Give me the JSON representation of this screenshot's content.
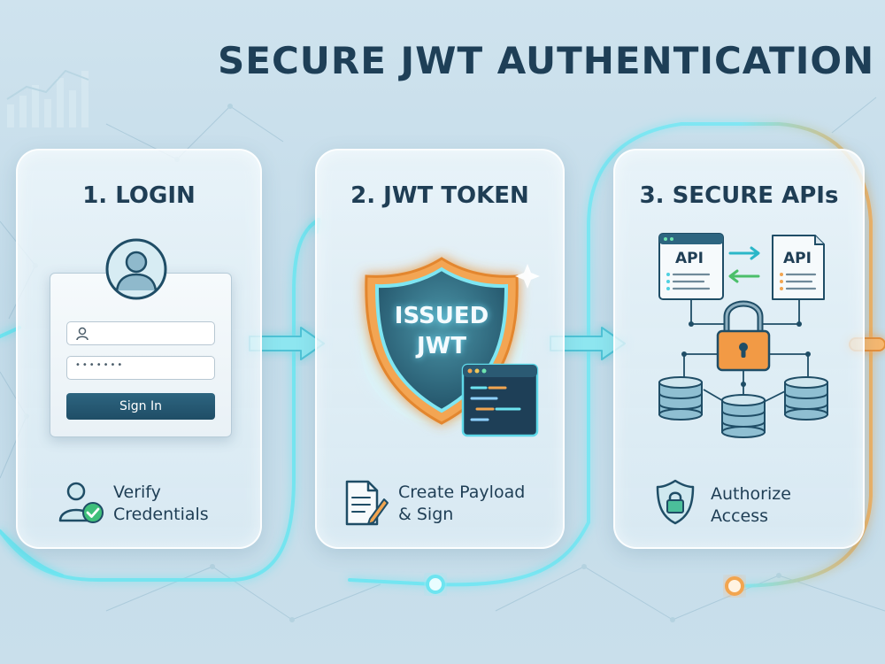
{
  "title": "SECURE JWT AUTHENTICATION",
  "steps": [
    {
      "title": "1. LOGIN",
      "caption": [
        "Verify",
        "Credentials"
      ]
    },
    {
      "title": "2. JWT TOKEN",
      "caption": [
        "Create Payload",
        "& Sign"
      ]
    },
    {
      "title": "3. SECURE APIs",
      "caption": [
        "Authorize",
        "Access"
      ]
    }
  ],
  "login": {
    "username_placeholder": "",
    "password_value": "•••••••",
    "signin_label": "Sign In"
  },
  "token": {
    "shield_line1": "ISSUED",
    "shield_line2": "JWT"
  },
  "apis": {
    "left_label": "API",
    "right_label": "API"
  },
  "colors": {
    "title": "#1e3f57",
    "accent_cyan": "#4fd6e6",
    "accent_orange": "#f0a040",
    "button": "#1f4d66"
  },
  "icons": [
    "user-avatar-icon",
    "shield-icon",
    "code-window-icon",
    "padlock-icon",
    "database-icon",
    "document-edit-icon",
    "user-check-icon",
    "shield-lock-icon",
    "arrow-right-icon"
  ]
}
